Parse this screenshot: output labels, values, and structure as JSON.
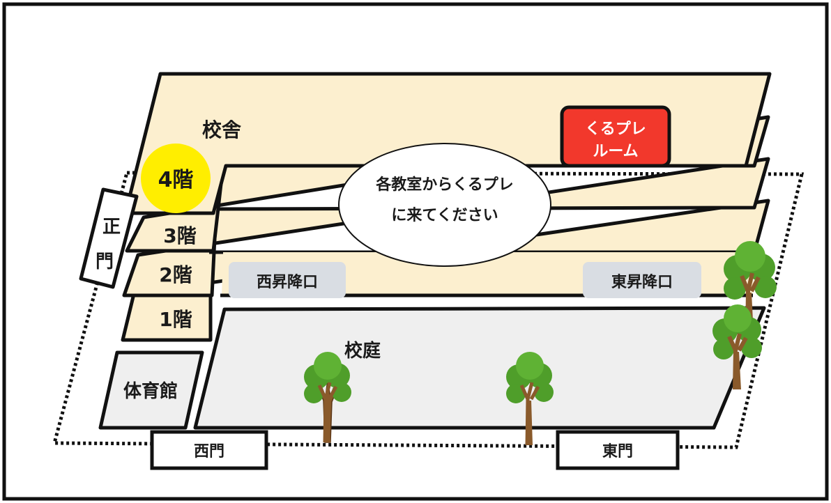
{
  "building": {
    "name": "校舎",
    "floors": {
      "f4": "4階",
      "f3": "3階",
      "f2": "2階",
      "f1": "1階"
    },
    "highlight_floor": "f4",
    "highlight_color": "#ffee00",
    "floor_color": "#fcefcf"
  },
  "room": {
    "line1": "くるプレ",
    "line2": "ルーム",
    "color": "#f2382c"
  },
  "notice": {
    "line1": "各教室からくるプレ",
    "line2": "に来てください"
  },
  "entrances": {
    "west": "西昇降口",
    "east": "東昇降口"
  },
  "courtyard": {
    "label": "校庭",
    "color": "#efefef"
  },
  "gym": {
    "label": "体育館"
  },
  "gates": {
    "main": "正門",
    "west": "西門",
    "east": "東門"
  }
}
